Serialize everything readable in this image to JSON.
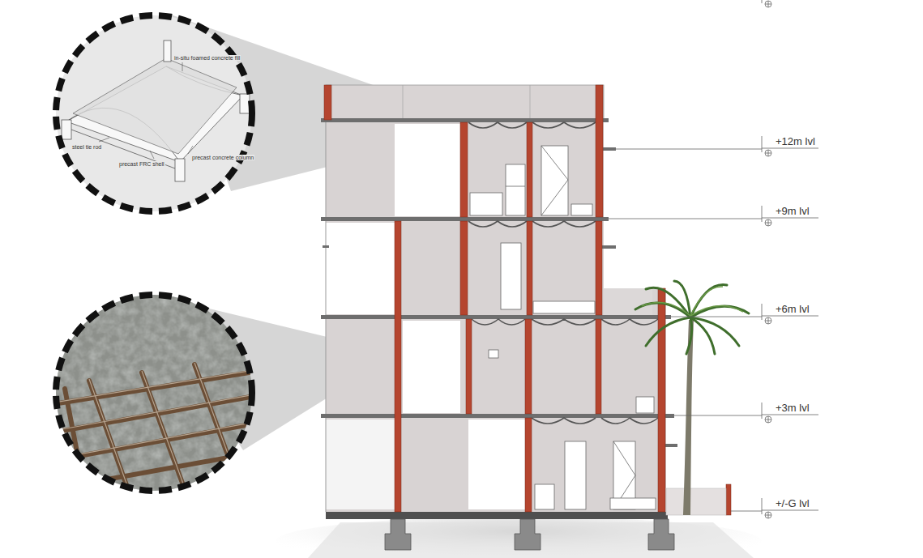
{
  "diagram": {
    "labels": [
      "in-situ foamed concrete fill",
      "steel tie rod",
      "precast FRC shell",
      "precast concrete column",
      "+12m lvl",
      "+9m lvl",
      "+6m lvl",
      "+3m lvl",
      "+/-G lvl"
    ]
  }
}
